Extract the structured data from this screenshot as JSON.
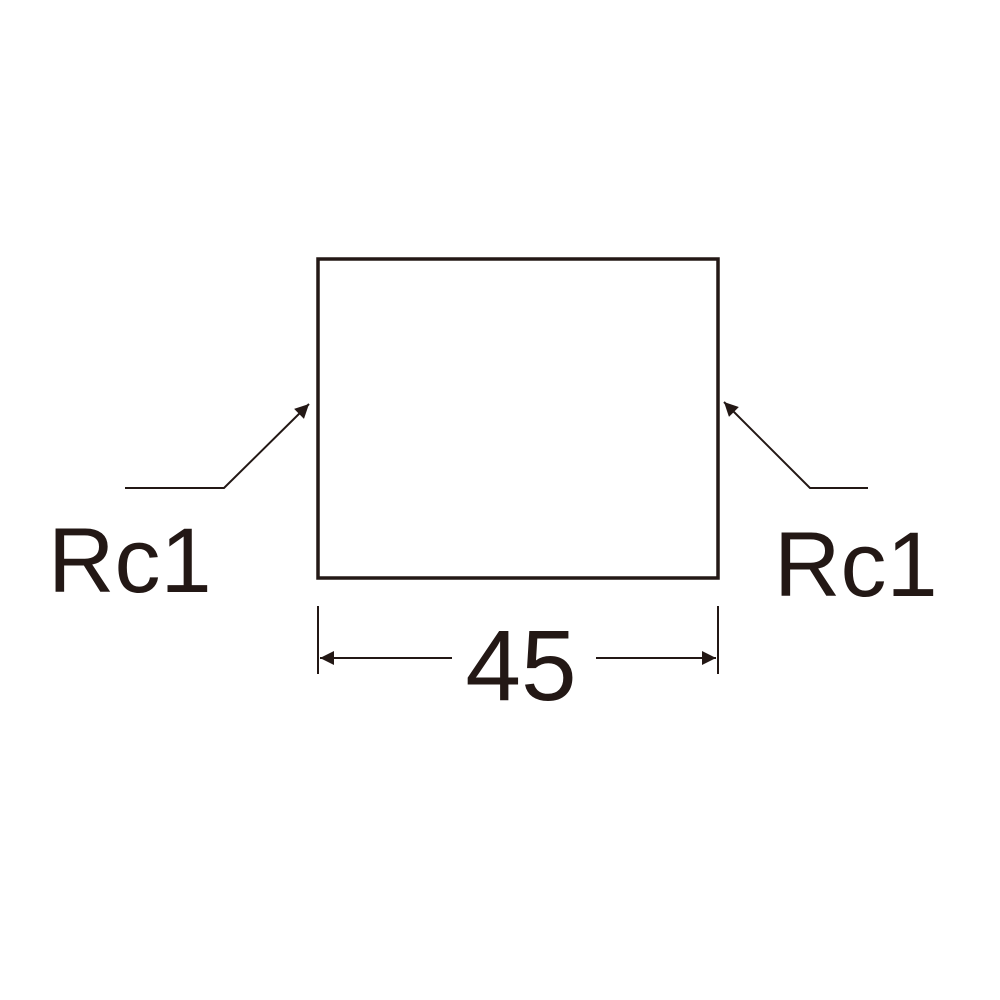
{
  "diagram": {
    "left_thread_label": "Rc1",
    "right_thread_label": "Rc1",
    "width_dimension": "45"
  },
  "colors": {
    "line": "#231815",
    "background": "#ffffff"
  }
}
